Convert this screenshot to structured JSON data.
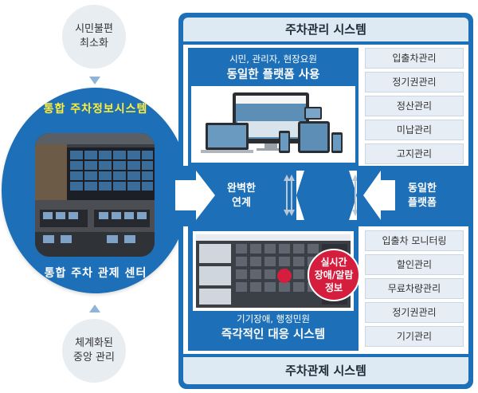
{
  "left": {
    "top_bubble": [
      "시민불편",
      "최소화"
    ],
    "bottom_bubble": [
      "체계화된",
      "중앙 관리"
    ],
    "ring_top_title": "통합 주차정보시스템",
    "ring_bottom_title": "통합 주차 관제 센터"
  },
  "management": {
    "title": "주차관리 시스템",
    "subtitle": "시민, 관리자, 현장요원",
    "headline": "동일한 플랫폼 사용",
    "items": [
      "입출차관리",
      "정기권관리",
      "정산관리",
      "미납관리",
      "고지관리"
    ]
  },
  "connection": {
    "left_label": [
      "완벽한",
      "연계"
    ],
    "right_label": [
      "동일한",
      "플랫폼"
    ]
  },
  "control": {
    "title": "주차관제 시스템",
    "subtitle": "기기장애, 행정민원",
    "headline": "즉각적인 대응 시스템",
    "badge": [
      "실시간",
      "장애/알람",
      "정보"
    ],
    "items": [
      "입출차 모니터링",
      "할인관리",
      "무료차량관리",
      "정기권관리",
      "기기관리"
    ]
  },
  "colors": {
    "primary_blue": "#1d6fb8",
    "light_panel": "#dde9f3",
    "accent_yellow": "#ffef3a",
    "alert_red": "#d51e3d"
  }
}
